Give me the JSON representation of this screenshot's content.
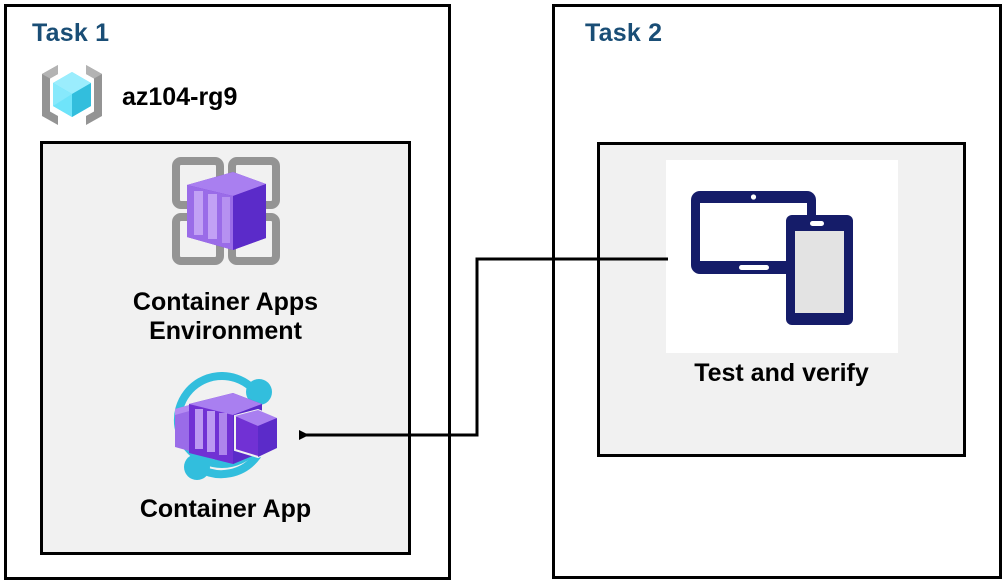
{
  "diagram": {
    "title": "Azure Container Apps task diagram",
    "background_color": "#ffffff",
    "panels": [
      {
        "id": "task1",
        "title": "Task 1",
        "title_color": "#1a4e76",
        "border_color": "#000000",
        "fill": "#ffffff"
      },
      {
        "id": "task2",
        "title": "Task 2",
        "title_color": "#1a4e76",
        "border_color": "#000000",
        "fill": "#ffffff"
      }
    ]
  },
  "task1": {
    "title": "Task 1",
    "resource_group": {
      "label": "az104-rg9",
      "icon": "resource-group-icon",
      "icon_colors": {
        "bracket": "#949494",
        "cube_light": "#9bedfd",
        "cube_mid": "#50e6ff",
        "cube_dark": "#32bedd"
      }
    },
    "inner_box": {
      "fill": "#f1f1f1",
      "border": "#000000"
    },
    "nodes": [
      {
        "id": "container-apps-environment",
        "label": "Container Apps\nEnvironment",
        "icon": "container-apps-environment-icon",
        "icon_colors": {
          "frame": "#949494",
          "box_light": "#a97ff0",
          "box_mid": "#8661d9",
          "box_dark": "#5b2bc9"
        }
      },
      {
        "id": "container-app",
        "label": "Container App",
        "icon": "container-app-icon",
        "icon_colors": {
          "ring": "#32bedd",
          "box_light": "#a97ff0",
          "box_mid": "#8661d9",
          "box_dark": "#7131d4"
        }
      }
    ]
  },
  "task2": {
    "title": "Task 2",
    "inner_box": {
      "fill": "#f1f1f1",
      "border": "#000000"
    },
    "nodes": [
      {
        "id": "test-and-verify",
        "label": "Test and verify",
        "icon": "devices-tablet-phone-icon",
        "icon_colors": {
          "device": "#151c69",
          "screen": "#ffffff",
          "phone_screen": "#e3e3e3",
          "plate": "#ffffff"
        }
      }
    ]
  },
  "connector": {
    "id": "test-to-container-app-arrow",
    "from": "test-and-verify",
    "to": "container-app",
    "color": "#000000",
    "arrowhead": "left",
    "style": "orthogonal-elbow"
  }
}
